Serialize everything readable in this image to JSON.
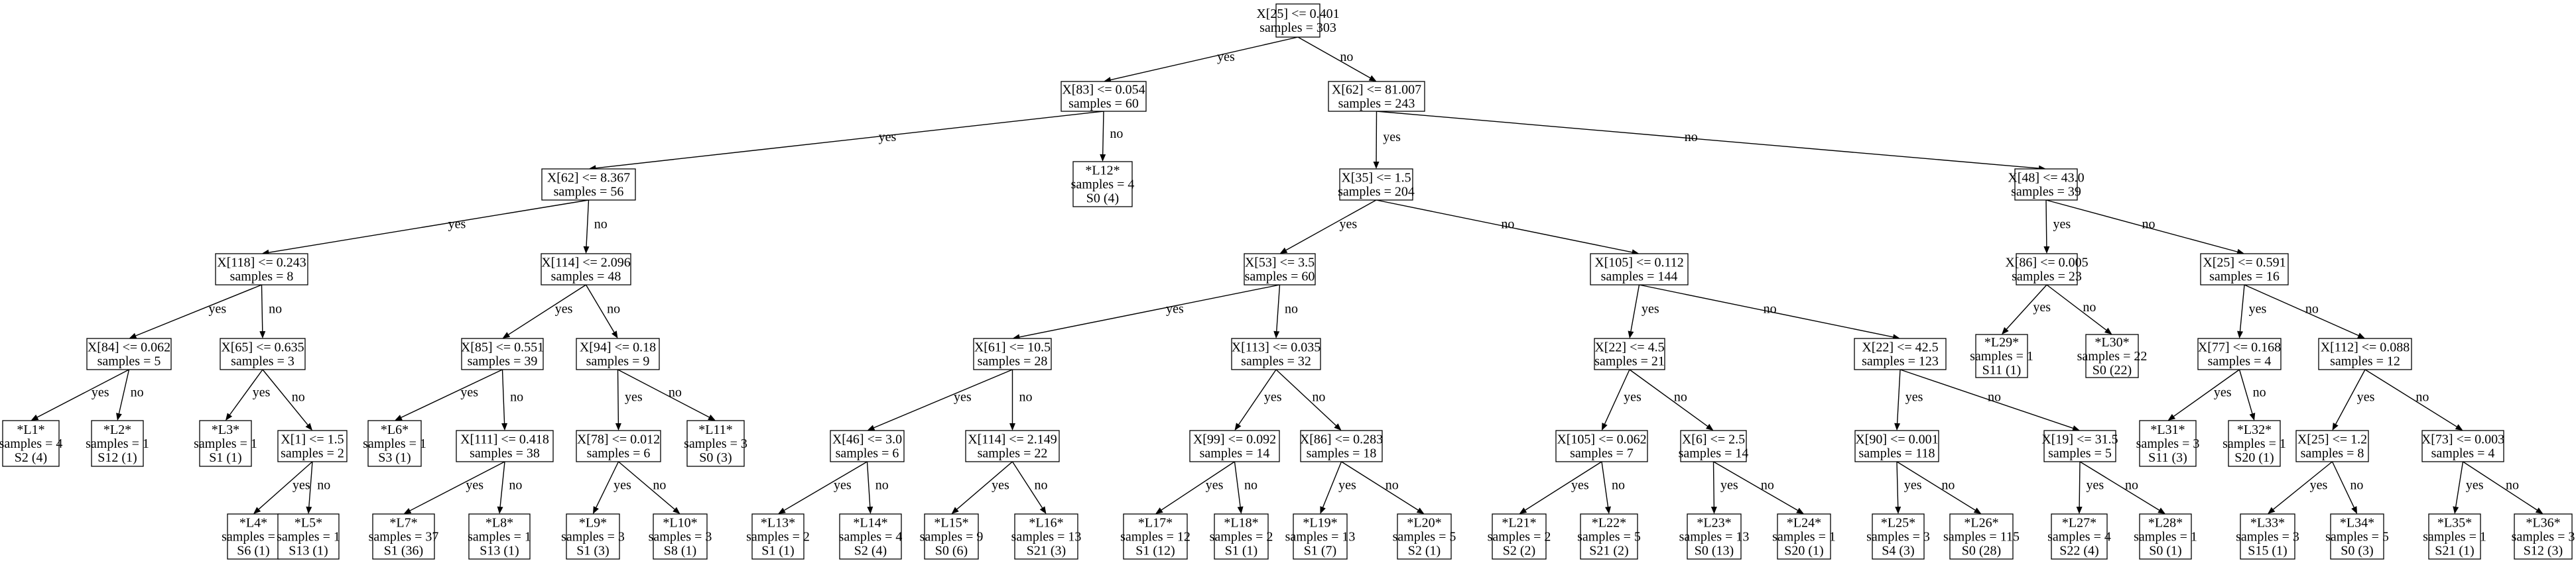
{
  "tree": {
    "nodes": [
      {
        "id": "n0",
        "lines": [
          "X[25] <= 0.401",
          "samples = 303"
        ]
      },
      {
        "id": "n1",
        "lines": [
          "X[83] <= 0.054",
          "samples = 60"
        ]
      },
      {
        "id": "n2",
        "lines": [
          "X[62] <= 81.007",
          "samples = 243"
        ]
      },
      {
        "id": "n3",
        "lines": [
          "X[62] <= 8.367",
          "samples = 56"
        ]
      },
      {
        "id": "n4",
        "lines": [
          "*L12*",
          "samples = 4",
          "S0 (4)"
        ]
      },
      {
        "id": "n5",
        "lines": [
          "X[35] <= 1.5",
          "samples = 204"
        ]
      },
      {
        "id": "n6",
        "lines": [
          "X[48] <= 43.0",
          "samples = 39"
        ]
      },
      {
        "id": "n7",
        "lines": [
          "X[118] <= 0.243",
          "samples = 8"
        ]
      },
      {
        "id": "n8",
        "lines": [
          "X[114] <= 2.096",
          "samples = 48"
        ]
      },
      {
        "id": "n9",
        "lines": [
          "X[53] <= 3.5",
          "samples = 60"
        ]
      },
      {
        "id": "n10",
        "lines": [
          "X[105] <= 0.112",
          "samples = 144"
        ]
      },
      {
        "id": "n11",
        "lines": [
          "X[86] <= 0.005",
          "samples = 23"
        ]
      },
      {
        "id": "n12",
        "lines": [
          "X[25] <= 0.591",
          "samples = 16"
        ]
      },
      {
        "id": "n13",
        "lines": [
          "X[84] <= 0.062",
          "samples = 5"
        ]
      },
      {
        "id": "n14",
        "lines": [
          "X[65] <= 0.635",
          "samples = 3"
        ]
      },
      {
        "id": "n15",
        "lines": [
          "X[85] <= 0.551",
          "samples = 39"
        ]
      },
      {
        "id": "n16",
        "lines": [
          "X[94] <= 0.18",
          "samples = 9"
        ]
      },
      {
        "id": "n17",
        "lines": [
          "X[61] <= 10.5",
          "samples = 28"
        ]
      },
      {
        "id": "n18",
        "lines": [
          "X[113] <= 0.035",
          "samples = 32"
        ]
      },
      {
        "id": "n19",
        "lines": [
          "X[22] <= 4.5",
          "samples = 21"
        ]
      },
      {
        "id": "n20",
        "lines": [
          "X[22] <= 42.5",
          "samples = 123"
        ]
      },
      {
        "id": "n21",
        "lines": [
          "*L29*",
          "samples = 1",
          "S11 (1)"
        ]
      },
      {
        "id": "n22",
        "lines": [
          "*L30*",
          "samples = 22",
          "S0 (22)"
        ]
      },
      {
        "id": "n23",
        "lines": [
          "X[77] <= 0.168",
          "samples = 4"
        ]
      },
      {
        "id": "n24",
        "lines": [
          "X[112] <= 0.088",
          "samples = 12"
        ]
      },
      {
        "id": "n25",
        "lines": [
          "*L1*",
          "samples = 4",
          "S2 (4)"
        ]
      },
      {
        "id": "n26",
        "lines": [
          "*L2*",
          "samples = 1",
          "S12 (1)"
        ]
      },
      {
        "id": "n27",
        "lines": [
          "*L3*",
          "samples = 1",
          "S1 (1)"
        ]
      },
      {
        "id": "n28",
        "lines": [
          "X[1] <= 1.5",
          "samples = 2"
        ]
      },
      {
        "id": "n29",
        "lines": [
          "*L6*",
          "samples = 1",
          "S3 (1)"
        ]
      },
      {
        "id": "n30",
        "lines": [
          "X[111] <= 0.418",
          "samples = 38"
        ]
      },
      {
        "id": "n31",
        "lines": [
          "X[78] <= 0.012",
          "samples = 6"
        ]
      },
      {
        "id": "n32",
        "lines": [
          "*L11*",
          "samples = 3",
          "S0 (3)"
        ]
      },
      {
        "id": "n33",
        "lines": [
          "X[46] <= 3.0",
          "samples = 6"
        ]
      },
      {
        "id": "n34",
        "lines": [
          "X[114] <= 2.149",
          "samples = 22"
        ]
      },
      {
        "id": "n35",
        "lines": [
          "X[99] <= 0.092",
          "samples = 14"
        ]
      },
      {
        "id": "n36",
        "lines": [
          "X[86] <= 0.283",
          "samples = 18"
        ]
      },
      {
        "id": "n37",
        "lines": [
          "X[105] <= 0.062",
          "samples = 7"
        ]
      },
      {
        "id": "n38",
        "lines": [
          "X[6] <= 2.5",
          "samples = 14"
        ]
      },
      {
        "id": "n39",
        "lines": [
          "X[90] <= 0.001",
          "samples = 118"
        ]
      },
      {
        "id": "n40",
        "lines": [
          "X[19] <= 31.5",
          "samples = 5"
        ]
      },
      {
        "id": "n41",
        "lines": [
          "*L31*",
          "samples = 3",
          "S11 (3)"
        ]
      },
      {
        "id": "n42",
        "lines": [
          "*L32*",
          "samples = 1",
          "S20 (1)"
        ]
      },
      {
        "id": "n43",
        "lines": [
          "X[25] <= 1.2",
          "samples = 8"
        ]
      },
      {
        "id": "n44",
        "lines": [
          "X[73] <= 0.003",
          "samples = 4"
        ]
      },
      {
        "id": "n45",
        "lines": [
          "*L4*",
          "samples = 1",
          "S6 (1)"
        ]
      },
      {
        "id": "n46",
        "lines": [
          "*L5*",
          "samples = 1",
          "S13 (1)"
        ]
      },
      {
        "id": "n47",
        "lines": [
          "*L7*",
          "samples = 37",
          "S1 (36)"
        ]
      },
      {
        "id": "n48",
        "lines": [
          "*L8*",
          "samples = 1",
          "S13 (1)"
        ]
      },
      {
        "id": "n49",
        "lines": [
          "*L9*",
          "samples = 3",
          "S1 (3)"
        ]
      },
      {
        "id": "n50",
        "lines": [
          "*L10*",
          "samples = 3",
          "S8 (1)"
        ]
      },
      {
        "id": "n51",
        "lines": [
          "*L13*",
          "samples = 2",
          "S1 (1)"
        ]
      },
      {
        "id": "n52",
        "lines": [
          "*L14*",
          "samples = 4",
          "S2 (4)"
        ]
      },
      {
        "id": "n53",
        "lines": [
          "*L15*",
          "samples = 9",
          "S0 (6)"
        ]
      },
      {
        "id": "n54",
        "lines": [
          "*L16*",
          "samples = 13",
          "S21 (3)"
        ]
      },
      {
        "id": "n55",
        "lines": [
          "*L17*",
          "samples = 12",
          "S1 (12)"
        ]
      },
      {
        "id": "n56",
        "lines": [
          "*L18*",
          "samples = 2",
          "S1 (1)"
        ]
      },
      {
        "id": "n57",
        "lines": [
          "*L19*",
          "samples = 13",
          "S1 (7)"
        ]
      },
      {
        "id": "n58",
        "lines": [
          "*L20*",
          "samples = 5",
          "S2 (1)"
        ]
      },
      {
        "id": "n59",
        "lines": [
          "*L21*",
          "samples = 2",
          "S2 (2)"
        ]
      },
      {
        "id": "n60",
        "lines": [
          "*L22*",
          "samples = 5",
          "S21 (2)"
        ]
      },
      {
        "id": "n61",
        "lines": [
          "*L23*",
          "samples = 13",
          "S0 (13)"
        ]
      },
      {
        "id": "n62",
        "lines": [
          "*L24*",
          "samples = 1",
          "S20 (1)"
        ]
      },
      {
        "id": "n63",
        "lines": [
          "*L25*",
          "samples = 3",
          "S4 (3)"
        ]
      },
      {
        "id": "n64",
        "lines": [
          "*L26*",
          "samples = 115",
          "S0 (28)"
        ]
      },
      {
        "id": "n65",
        "lines": [
          "*L27*",
          "samples = 4",
          "S22 (4)"
        ]
      },
      {
        "id": "n66",
        "lines": [
          "*L28*",
          "samples = 1",
          "S0 (1)"
        ]
      },
      {
        "id": "n67",
        "lines": [
          "*L33*",
          "samples = 3",
          "S15 (1)"
        ]
      },
      {
        "id": "n68",
        "lines": [
          "*L34*",
          "samples = 5",
          "S0 (3)"
        ]
      },
      {
        "id": "n69",
        "lines": [
          "*L35*",
          "samples = 1",
          "S21 (1)"
        ]
      },
      {
        "id": "n70",
        "lines": [
          "*L36*",
          "samples = 3",
          "S12 (3)"
        ]
      }
    ],
    "edges": [
      {
        "from": "n0",
        "to": "n1",
        "label": "yes"
      },
      {
        "from": "n0",
        "to": "n2",
        "label": "no"
      },
      {
        "from": "n1",
        "to": "n3",
        "label": "yes"
      },
      {
        "from": "n1",
        "to": "n4",
        "label": "no"
      },
      {
        "from": "n2",
        "to": "n5",
        "label": "yes"
      },
      {
        "from": "n2",
        "to": "n6",
        "label": "no"
      },
      {
        "from": "n3",
        "to": "n7",
        "label": "yes"
      },
      {
        "from": "n3",
        "to": "n8",
        "label": "no"
      },
      {
        "from": "n5",
        "to": "n9",
        "label": "yes"
      },
      {
        "from": "n5",
        "to": "n10",
        "label": "no"
      },
      {
        "from": "n6",
        "to": "n11",
        "label": "yes"
      },
      {
        "from": "n6",
        "to": "n12",
        "label": "no"
      },
      {
        "from": "n7",
        "to": "n13",
        "label": "yes"
      },
      {
        "from": "n7",
        "to": "n14",
        "label": "no"
      },
      {
        "from": "n8",
        "to": "n15",
        "label": "yes"
      },
      {
        "from": "n8",
        "to": "n16",
        "label": "no"
      },
      {
        "from": "n9",
        "to": "n17",
        "label": "yes"
      },
      {
        "from": "n9",
        "to": "n18",
        "label": "no"
      },
      {
        "from": "n10",
        "to": "n19",
        "label": "yes"
      },
      {
        "from": "n10",
        "to": "n20",
        "label": "no"
      },
      {
        "from": "n11",
        "to": "n21",
        "label": "yes"
      },
      {
        "from": "n11",
        "to": "n22",
        "label": "no"
      },
      {
        "from": "n12",
        "to": "n23",
        "label": "yes"
      },
      {
        "from": "n12",
        "to": "n24",
        "label": "no"
      },
      {
        "from": "n13",
        "to": "n25",
        "label": "yes"
      },
      {
        "from": "n13",
        "to": "n26",
        "label": "no"
      },
      {
        "from": "n14",
        "to": "n27",
        "label": "yes"
      },
      {
        "from": "n14",
        "to": "n28",
        "label": "no"
      },
      {
        "from": "n15",
        "to": "n29",
        "label": "yes"
      },
      {
        "from": "n15",
        "to": "n30",
        "label": "no"
      },
      {
        "from": "n16",
        "to": "n31",
        "label": "yes"
      },
      {
        "from": "n16",
        "to": "n32",
        "label": "no"
      },
      {
        "from": "n17",
        "to": "n33",
        "label": "yes"
      },
      {
        "from": "n17",
        "to": "n34",
        "label": "no"
      },
      {
        "from": "n18",
        "to": "n35",
        "label": "yes"
      },
      {
        "from": "n18",
        "to": "n36",
        "label": "no"
      },
      {
        "from": "n19",
        "to": "n37",
        "label": "yes"
      },
      {
        "from": "n19",
        "to": "n38",
        "label": "no"
      },
      {
        "from": "n20",
        "to": "n39",
        "label": "yes"
      },
      {
        "from": "n20",
        "to": "n40",
        "label": "no"
      },
      {
        "from": "n23",
        "to": "n41",
        "label": "yes"
      },
      {
        "from": "n23",
        "to": "n42",
        "label": "no"
      },
      {
        "from": "n24",
        "to": "n43",
        "label": "yes"
      },
      {
        "from": "n24",
        "to": "n44",
        "label": "no"
      },
      {
        "from": "n28",
        "to": "n45",
        "label": "yes"
      },
      {
        "from": "n28",
        "to": "n46",
        "label": "no"
      },
      {
        "from": "n30",
        "to": "n47",
        "label": "yes"
      },
      {
        "from": "n30",
        "to": "n48",
        "label": "no"
      },
      {
        "from": "n31",
        "to": "n49",
        "label": "yes"
      },
      {
        "from": "n31",
        "to": "n50",
        "label": "no"
      },
      {
        "from": "n33",
        "to": "n51",
        "label": "yes"
      },
      {
        "from": "n33",
        "to": "n52",
        "label": "no"
      },
      {
        "from": "n34",
        "to": "n53",
        "label": "yes"
      },
      {
        "from": "n34",
        "to": "n54",
        "label": "no"
      },
      {
        "from": "n35",
        "to": "n55",
        "label": "yes"
      },
      {
        "from": "n35",
        "to": "n56",
        "label": "no"
      },
      {
        "from": "n36",
        "to": "n57",
        "label": "yes"
      },
      {
        "from": "n36",
        "to": "n58",
        "label": "no"
      },
      {
        "from": "n37",
        "to": "n59",
        "label": "yes"
      },
      {
        "from": "n37",
        "to": "n60",
        "label": "no"
      },
      {
        "from": "n38",
        "to": "n61",
        "label": "yes"
      },
      {
        "from": "n38",
        "to": "n62",
        "label": "no"
      },
      {
        "from": "n39",
        "to": "n63",
        "label": "yes"
      },
      {
        "from": "n39",
        "to": "n64",
        "label": "no"
      },
      {
        "from": "n40",
        "to": "n65",
        "label": "yes"
      },
      {
        "from": "n40",
        "to": "n66",
        "label": "no"
      },
      {
        "from": "n43",
        "to": "n67",
        "label": "yes"
      },
      {
        "from": "n43",
        "to": "n68",
        "label": "no"
      },
      {
        "from": "n44",
        "to": "n69",
        "label": "yes"
      },
      {
        "from": "n44",
        "to": "n70",
        "label": "no"
      }
    ]
  }
}
